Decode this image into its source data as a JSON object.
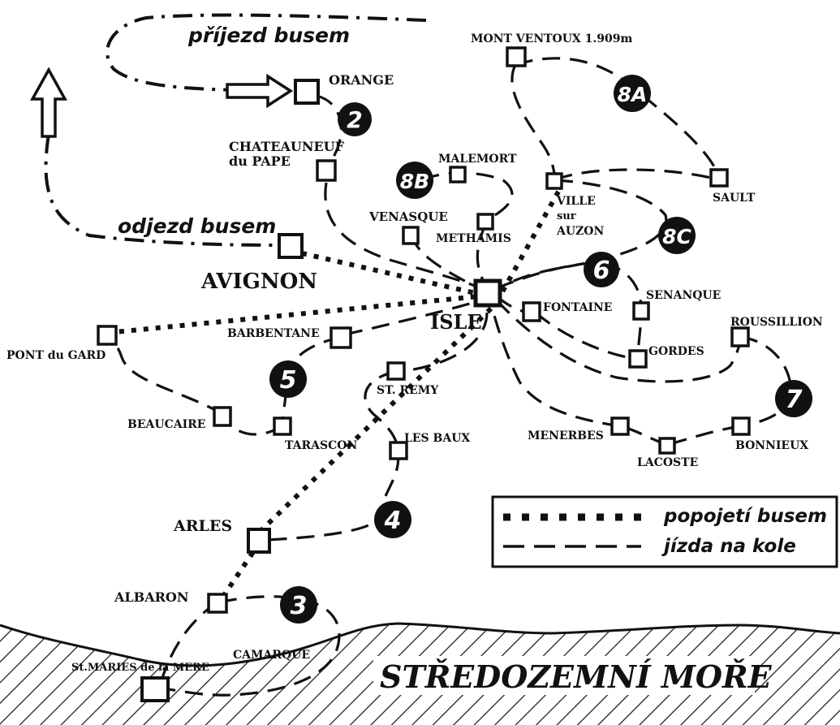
{
  "colors": {
    "ink": "#111111",
    "paper": "#ffffff"
  },
  "cities": {
    "orange": "ORANGE",
    "chateauneuf_1": "CHATEAUNEUF",
    "chateauneuf_2": "du PAPE",
    "malemort": "MALEMORT",
    "venasque": "VENASQUE",
    "methamis": "METHAMIS",
    "mont_ventoux": "MONT VENTOUX 1.909m",
    "sault": "SAULT",
    "ville_1": "VILLE",
    "ville_2": "sur",
    "ville_3": "AUZON",
    "avignon": "AVIGNON",
    "isle": "ISLE",
    "fontaine": "FONTAINE",
    "senanque": "SENANQUE",
    "gordes": "GORDES",
    "roussillion": "ROUSSILLION",
    "pont_du_gard": "PONT du GARD",
    "barbentane": "BARBENTANE",
    "st_remy": "ST. REMY",
    "beaucaire": "BEAUCAIRE",
    "tarascon": "TARASCON",
    "les_baux": "LES BAUX",
    "menerbes": "MENERBES",
    "lacoste": "LACOSTE",
    "bonnieux": "BONNIEUX",
    "arles": "ARLES",
    "albaron": "ALBARON",
    "camarque": "CAMARQUE",
    "st_maries": "St.MARIES de la MERE"
  },
  "routes": {
    "arrival": "příjezd busem",
    "departure": "odjezd busem"
  },
  "stages": [
    "2",
    "3",
    "4",
    "5",
    "6",
    "7",
    "8A",
    "8B",
    "8C"
  ],
  "sea": "STŘEDOZEMNÍ MOŘE",
  "legend": {
    "bus": "popojetí busem",
    "bike": "jízda na kole"
  }
}
